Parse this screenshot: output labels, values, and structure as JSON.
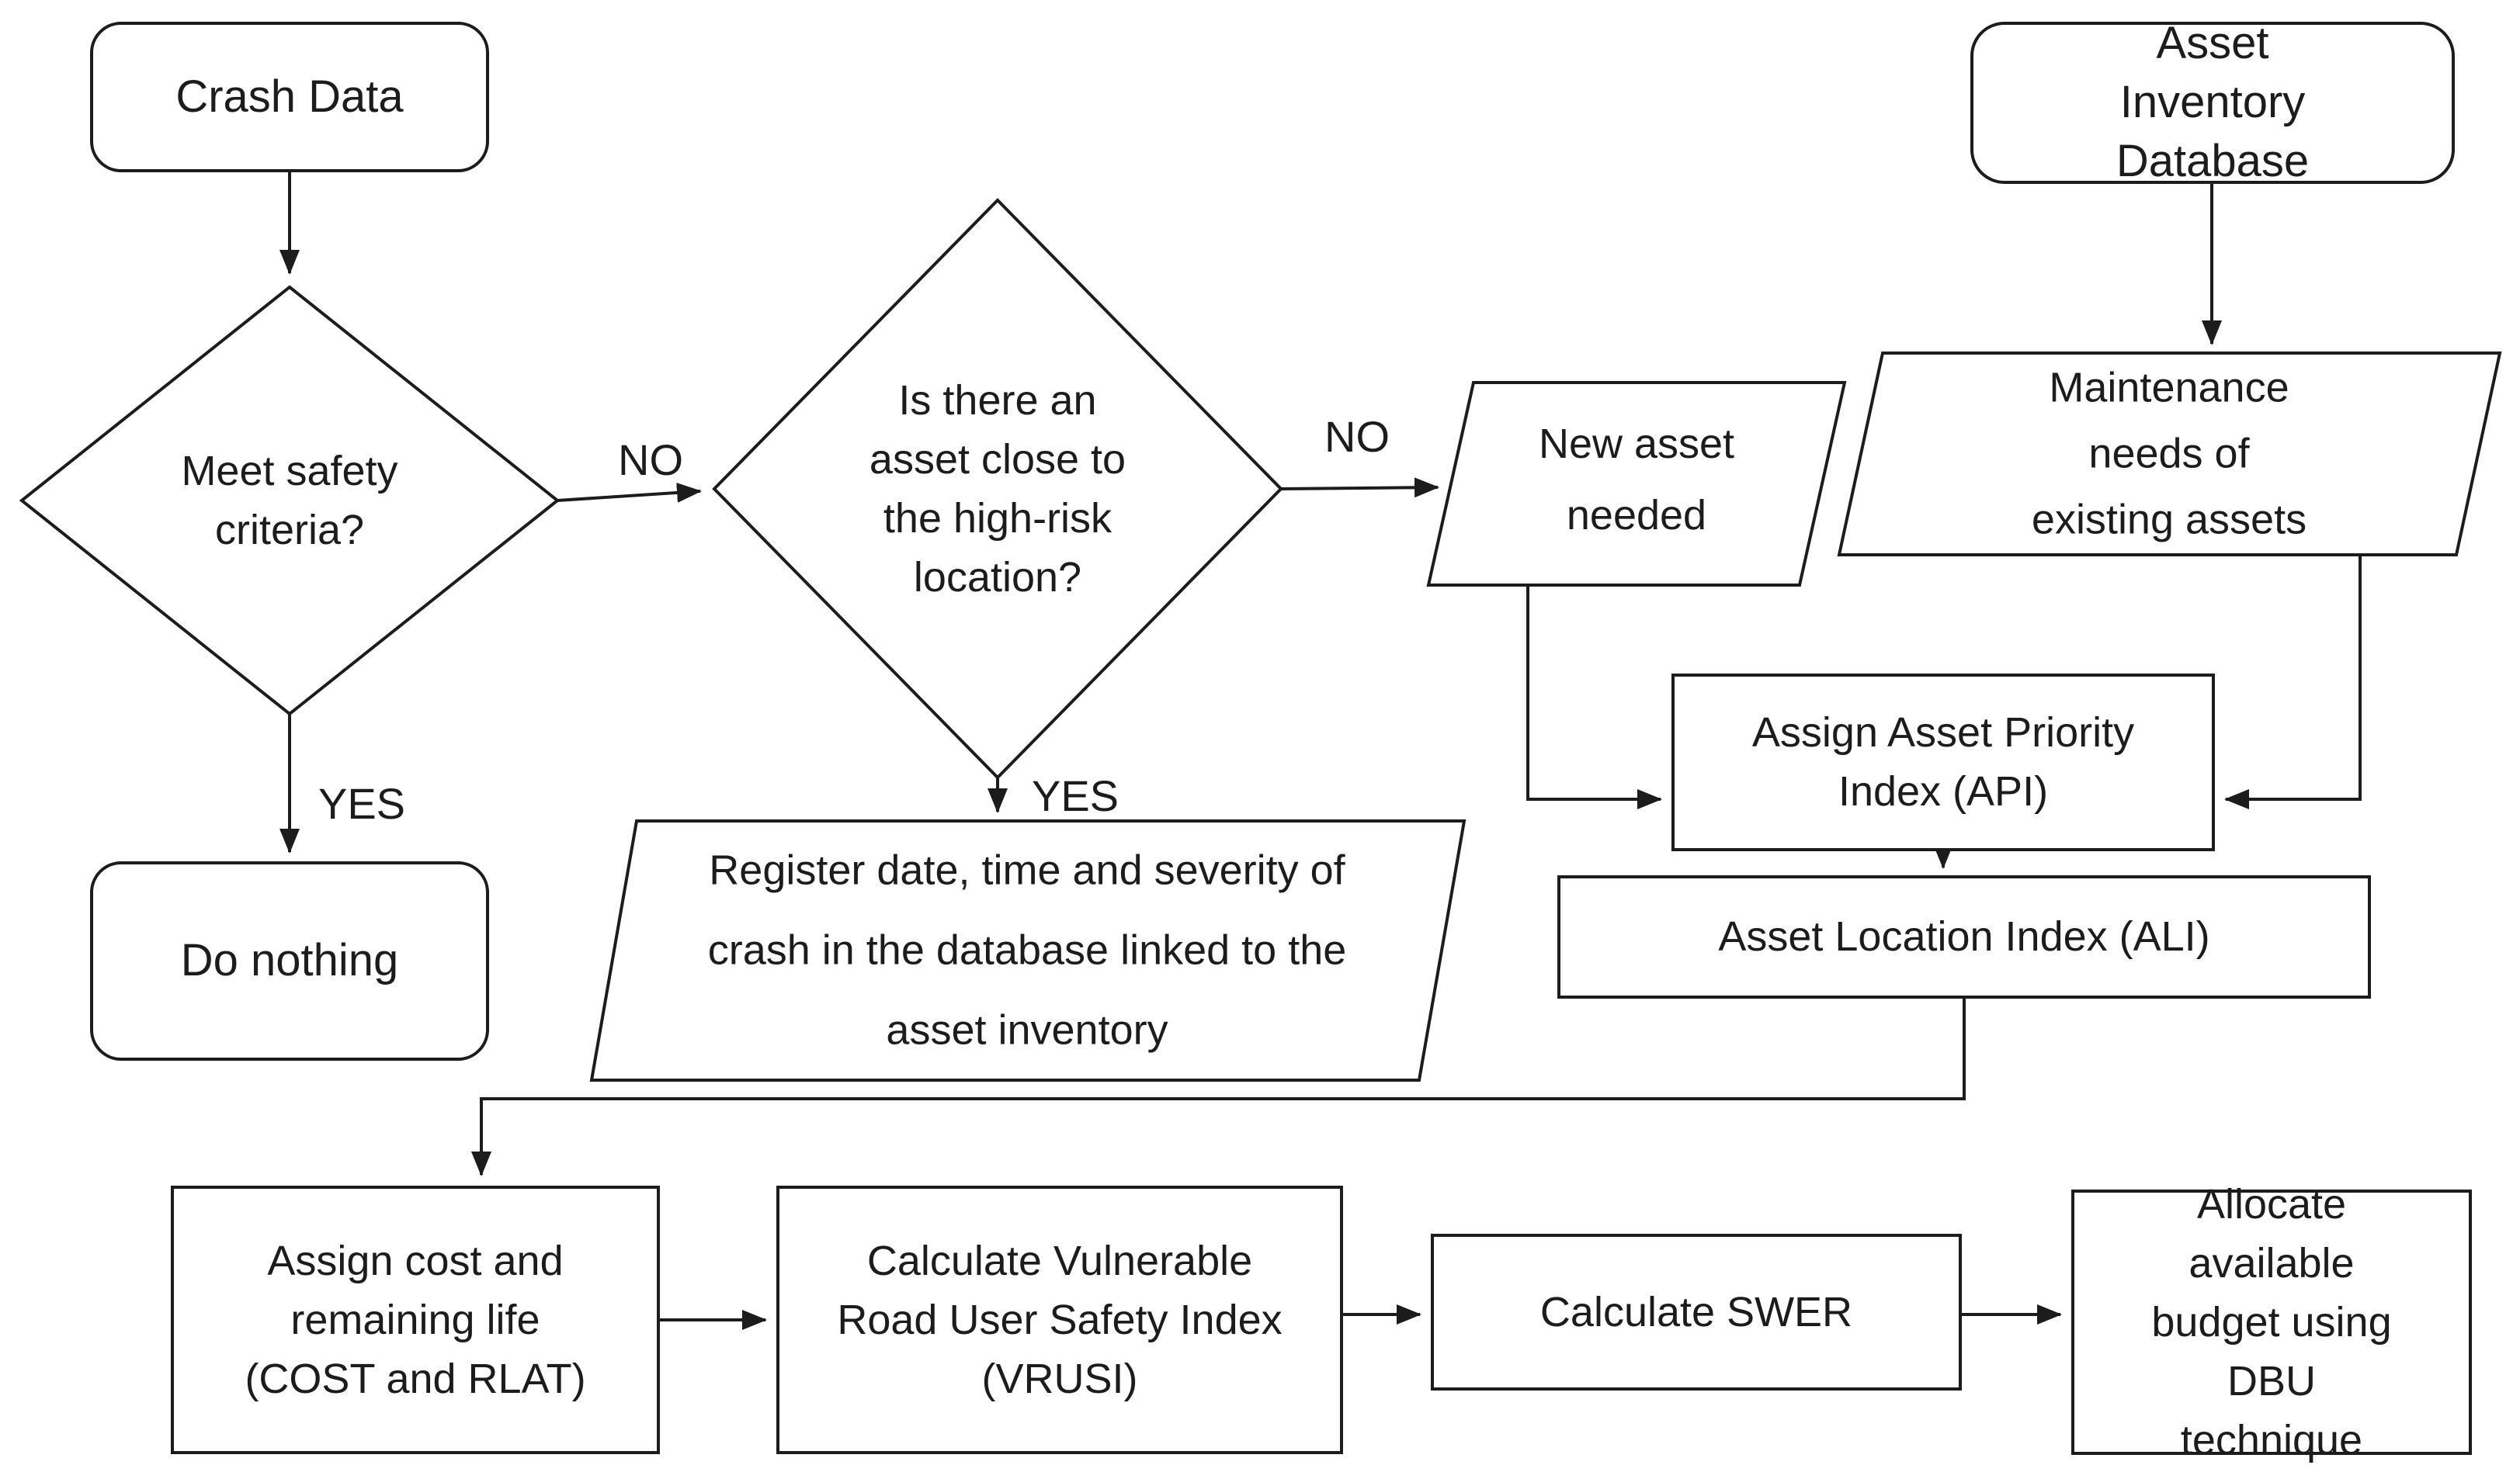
{
  "diagram": {
    "type": "flowchart",
    "background_color": "#ffffff",
    "stroke_color": "#1c1c1c",
    "nodes": {
      "crash_data": {
        "shape": "rounded-rectangle",
        "label": "Crash Data"
      },
      "meet_safety": {
        "shape": "diamond",
        "label": "Meet safety\ncriteria?"
      },
      "do_nothing": {
        "shape": "rounded-rectangle",
        "label": "Do nothing"
      },
      "asset_close": {
        "shape": "diamond",
        "label": "Is there an\nasset close to\nthe high-risk\nlocation?"
      },
      "register_crash": {
        "shape": "parallelogram",
        "label": "Register date, time and severity of\ncrash in the database linked to the\nasset inventory"
      },
      "new_asset": {
        "shape": "parallelogram",
        "label": "New asset\nneeded"
      },
      "asset_inventory_db": {
        "shape": "rounded-rectangle",
        "label": "Asset Inventory\nDatabase"
      },
      "maintenance_needs": {
        "shape": "parallelogram",
        "label": "Maintenance needs of\nexisting assets"
      },
      "assign_api": {
        "shape": "rectangle",
        "label": "Assign Asset Priority\nIndex (API)"
      },
      "asset_location": {
        "shape": "rectangle",
        "label": "Asset Location Index (ALI)"
      },
      "assign_cost": {
        "shape": "rectangle",
        "label": "Assign cost and\nremaining life\n(COST and RLAT)"
      },
      "vrusi": {
        "shape": "rectangle",
        "label": "Calculate Vulnerable\nRoad User Safety Index\n(VRUSI)"
      },
      "swer": {
        "shape": "rectangle",
        "label": "Calculate SWER"
      },
      "allocate_budget": {
        "shape": "rectangle",
        "label": "Allocate available\nbudget using DBU\ntechnique"
      }
    },
    "edge_labels": {
      "no_meet_safety": "NO",
      "yes_meet_safety": "YES",
      "no_asset_close": "NO",
      "yes_asset_close": "YES"
    }
  }
}
